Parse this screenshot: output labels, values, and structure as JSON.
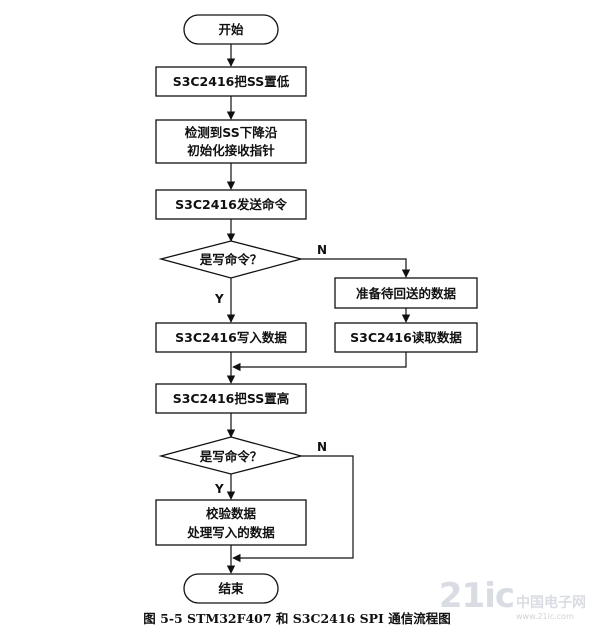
{
  "nodes": {
    "start": "开始",
    "ss_low": "S3C2416把SS置低",
    "detect_line1": "检测到SS下降沿",
    "detect_line2": "初始化接收指针",
    "send_cmd": "S3C2416发送命令",
    "decision1": "是写命令？",
    "prepare_data": "准备待回送的数据",
    "read_data": "S3C2416读取数据",
    "write_data": "S3C2416写入数据",
    "ss_high": "S3C2416把SS置高",
    "decision2": "是写命令？",
    "verify_line1": "校验数据",
    "verify_line2": "处理写入的数据",
    "end": "结束"
  },
  "labels": {
    "d1_yes": "Y",
    "d1_no": "N",
    "d2_yes": "Y",
    "d2_no": "N"
  },
  "caption": "图 5-5 STM32F407 和 S3C2416 SPI 通信流程图",
  "watermark": {
    "brand": "21ic",
    "cn": "中国电子网",
    "url": "www.21ic.com"
  }
}
